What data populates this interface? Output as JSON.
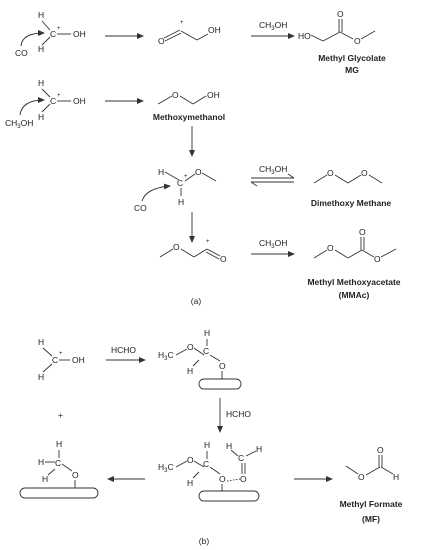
{
  "atoms": {
    "H": "H",
    "C": "C",
    "O": "O",
    "OH": "OH",
    "HO": "HO",
    "plus": "+",
    "H3C_main": "H",
    "H3C_sub": "3",
    "H3C_tail": "C"
  },
  "reagents": {
    "co": "CO",
    "ch3oh": "CH",
    "ch3oh_sub": "3",
    "ch3oh_tail": "OH",
    "hcho": "HCHO"
  },
  "products": {
    "mg_name": "Methyl Glycolate",
    "mg_abbr": "MG",
    "methoxymethanol": "Methoxymethanol",
    "dimethoxy_methane": "Dimethoxy Methane",
    "mmac_name": "Methyl Methoxyacetate",
    "mmac_abbr": "(MMAc)",
    "mf_name": "Methyl Formate",
    "mf_abbr": "(MF)"
  },
  "panel_labels": {
    "a": "(a)",
    "b": "(b)"
  },
  "misc": {
    "plus_sign": "+"
  }
}
